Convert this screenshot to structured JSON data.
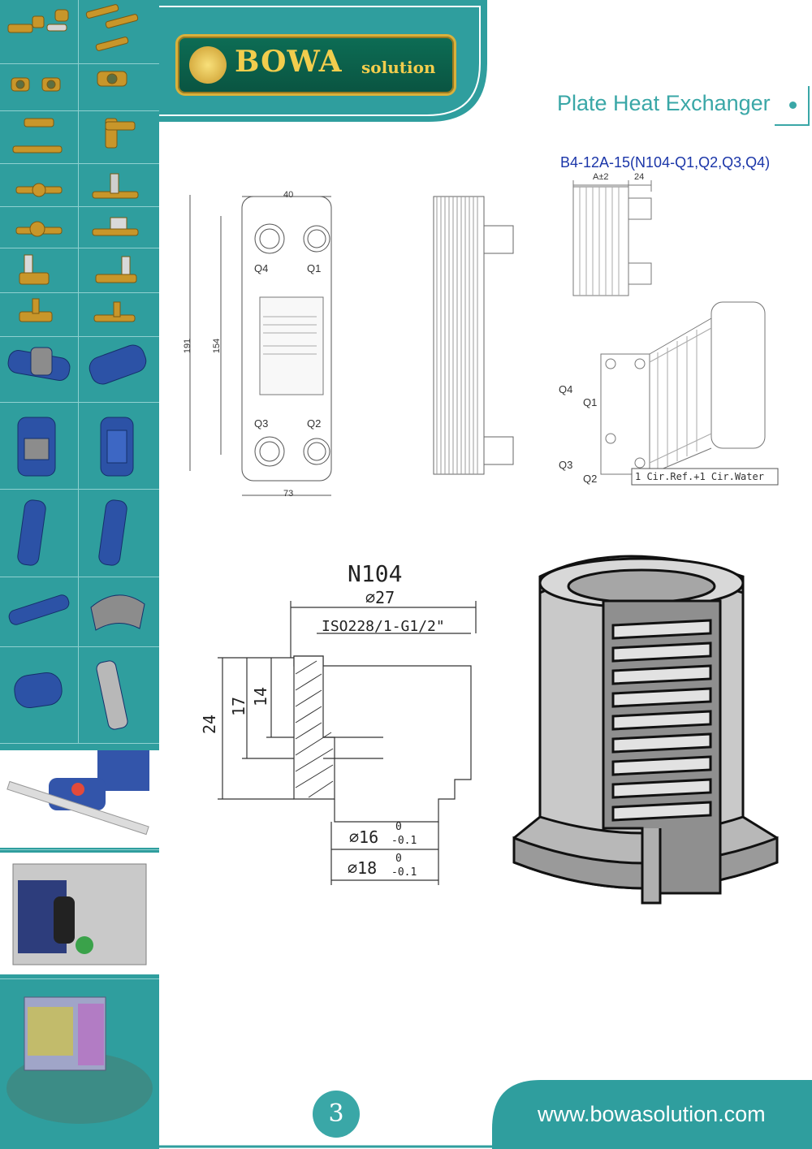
{
  "brand": {
    "name": "BOWA",
    "suffix": "solution",
    "logo_colors": {
      "frame": "#d9b13b",
      "background": "#0d6d55",
      "text": "#f2cd4d"
    }
  },
  "heading": "Plate Heat Exchanger",
  "model": "B4-12A-15(N104-Q1,Q2,Q3,Q4)",
  "front_view": {
    "width_top": "40",
    "width_bottom": "73",
    "height_total": "191",
    "height_inner": "154",
    "ports": [
      "Q4",
      "Q1",
      "Q3",
      "Q2"
    ]
  },
  "side_view": {
    "plate_pack": "A±2",
    "connection_length": "24"
  },
  "iso_view": {
    "ports": [
      "Q4",
      "Q1",
      "Q3",
      "Q2"
    ],
    "circuit_note": "1 Cir.Ref.+1 Cir.Water"
  },
  "fitting": {
    "name": "N104",
    "outer_diameter": "⌀27",
    "thread": "ISO228/1-G1/2\"",
    "heights": [
      "24",
      "17",
      "14"
    ],
    "d16": "⌀16",
    "d18": "⌀18",
    "tol_upper": "0",
    "tol_lower": "-0.1"
  },
  "footer": {
    "page_number": "3",
    "website": "www.bowasolution.com"
  },
  "colors": {
    "teal": "#2f9e9e",
    "accent_text": "#3aa7a7",
    "model_text": "#1a35a8"
  },
  "sidebar_icons": [
    "brass-valve-icon",
    "solenoid-valve-icon",
    "sight-glass-icon",
    "check-valve-icon",
    "ball-valve-icon",
    "service-valve-icon",
    "filter-drier-icon",
    "accumulator-icon",
    "receiver-icon",
    "shell-tube-icon",
    "compressor-unit-icon",
    "condensing-unit-icon",
    "container-unit-icon"
  ]
}
